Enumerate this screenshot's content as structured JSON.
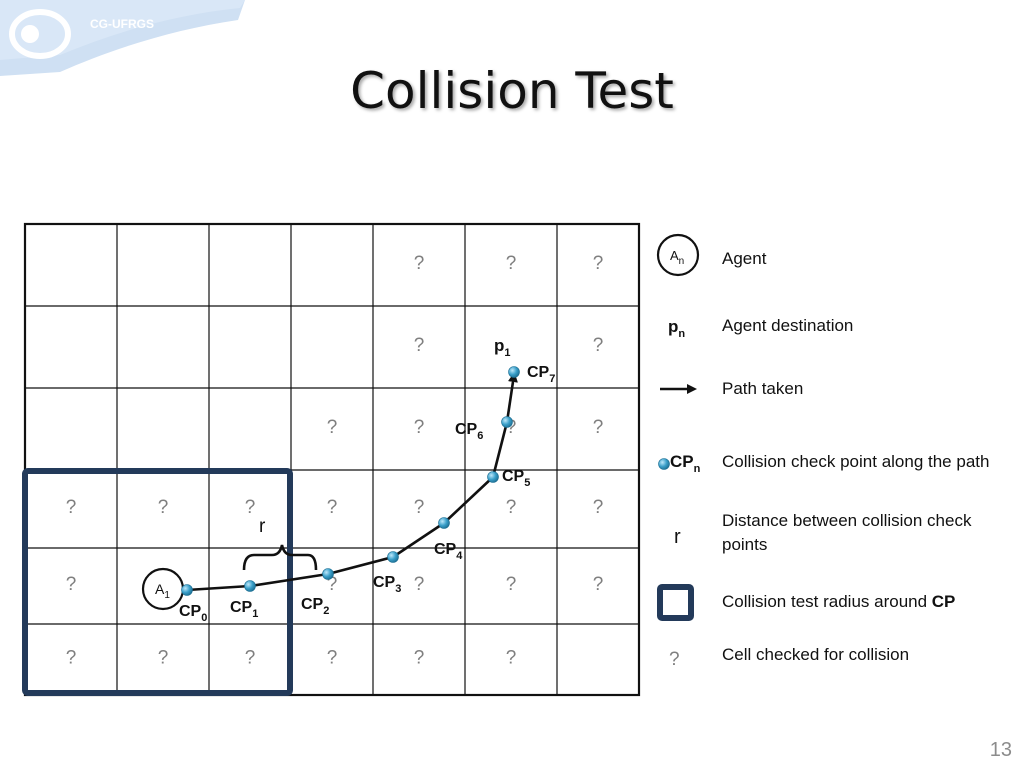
{
  "slide": {
    "logo_text": "CG-UFRGS",
    "title": "Collision Test",
    "page_number": "13"
  },
  "colors": {
    "logo_blue": "#cfe0f3",
    "box_navy": "#233a5a",
    "check_point": "#3a9fc9",
    "question_gray": "#7f7f7f"
  },
  "grid": {
    "question_mark": "?",
    "question_cells": [
      [
        4,
        0
      ],
      [
        5,
        0
      ],
      [
        6,
        0
      ],
      [
        4,
        1
      ],
      [
        6,
        1
      ],
      [
        3,
        2
      ],
      [
        4,
        2
      ],
      [
        5,
        2
      ],
      [
        6,
        2
      ],
      [
        0,
        3
      ],
      [
        1,
        3
      ],
      [
        2,
        3
      ],
      [
        3,
        3
      ],
      [
        4,
        3
      ],
      [
        5,
        3
      ],
      [
        6,
        3
      ],
      [
        0,
        4
      ],
      [
        3,
        4
      ],
      [
        4,
        4
      ],
      [
        5,
        4
      ],
      [
        6,
        4
      ],
      [
        0,
        5
      ],
      [
        1,
        5
      ],
      [
        2,
        5
      ],
      [
        3,
        5
      ],
      [
        4,
        5
      ],
      [
        5,
        5
      ]
    ]
  },
  "agent": {
    "label": "A",
    "sub": "1"
  },
  "destination": {
    "label": "p",
    "sub": "1"
  },
  "radius_label": "r",
  "check_points": [
    {
      "label": "CP",
      "sub": "0"
    },
    {
      "label": "CP",
      "sub": "1"
    },
    {
      "label": "CP",
      "sub": "2"
    },
    {
      "label": "CP",
      "sub": "3"
    },
    {
      "label": "CP",
      "sub": "4"
    },
    {
      "label": "CP",
      "sub": "5"
    },
    {
      "label": "CP",
      "sub": "6"
    },
    {
      "label": "CP",
      "sub": "7"
    }
  ],
  "legend": {
    "agent": {
      "symbol": "A",
      "sub": "n",
      "text": "Agent"
    },
    "destination": {
      "symbol": "p",
      "sub": "n",
      "text": "Agent destination"
    },
    "path": {
      "text": "Path taken"
    },
    "check_point": {
      "symbol": "CP",
      "sub": "n",
      "text": "Collision check point along the path"
    },
    "distance": {
      "symbol": "r",
      "text": "Distance between collision check points"
    },
    "radius": {
      "text": "Collision test radius around ",
      "bold": "CP"
    },
    "cell": {
      "symbol": "?",
      "text": "Cell checked for collision"
    }
  }
}
